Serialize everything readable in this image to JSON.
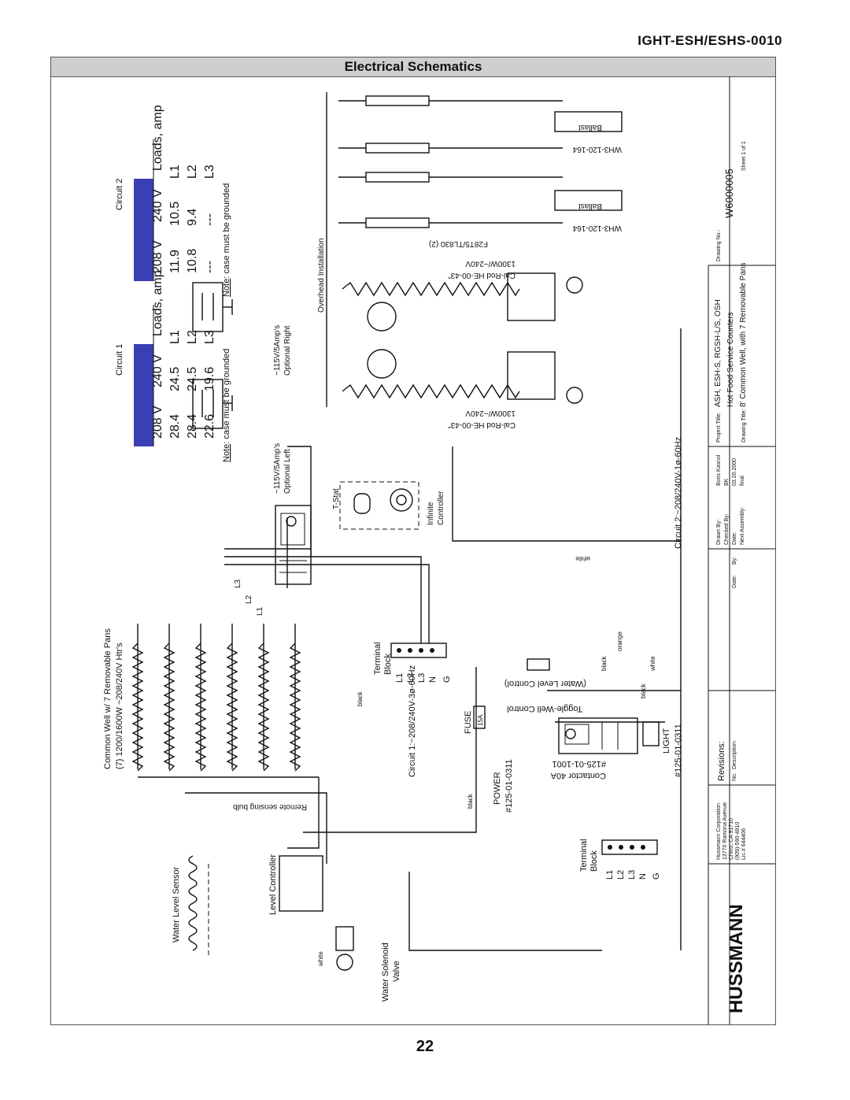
{
  "header": {
    "doc_id": "IGHT-ESH/ESHS-0010",
    "section_title": "Electrical Schematics"
  },
  "page_number": "22",
  "loads": {
    "circuit1": {
      "title": "Circuit 1",
      "head": [
        "Loads, amp",
        ""
      ],
      "cols": [
        "",
        "208 V",
        "240 V"
      ],
      "rows": [
        [
          "L1",
          "24.5",
          "28.4"
        ],
        [
          "L2",
          "24.5",
          "28.4"
        ],
        [
          "L3",
          "19.6",
          "22.6"
        ]
      ],
      "note_label": "Note",
      "note_text": ": case must be grounded"
    },
    "circuit2": {
      "title": "Circuit 2",
      "head": [
        "Loads, amp",
        ""
      ],
      "cols": [
        "",
        "208 V",
        "240 V"
      ],
      "rows": [
        [
          "L1",
          "10.5",
          "11.9"
        ],
        [
          "L2",
          "9.4",
          "10.8"
        ],
        [
          "L3",
          "---",
          "---"
        ]
      ],
      "note_label": "Note",
      "note_text": ": case must be grounded"
    },
    "accent_color": "#3b3fb5"
  },
  "outlets": {
    "left": {
      "rating": "~115V/5Amp's",
      "label": "Optional Left"
    },
    "right": {
      "rating": "~115V/5Amp's",
      "label": "Optional Right"
    }
  },
  "labels": {
    "overhead": "Overhead Installation",
    "lamps": "F28T5/TL830  (2)",
    "ballast": "Ballast",
    "ballast_part": "WH3-120-164",
    "calrod_a": "Cal-Rod HE-00-43\"",
    "calrod_b": "1300W/~240V",
    "heaters_a": "Common Well w/ 7 Removable Pans",
    "heaters_b": "(7) 1200/1600W ~208/240V Htr's",
    "remote_bulb": "Remote sensing bulb",
    "tstat": "T-Stat",
    "infinite_a": "Infinite",
    "infinite_b": "Controller",
    "terminal_a": "Terminal",
    "terminal_b": "Block",
    "term_pins_1": [
      "L1",
      "L2",
      "L3",
      "N",
      "G"
    ],
    "term_pins_2": [
      "L1",
      "L2",
      "L3",
      "N",
      "G"
    ],
    "circuit1_supply": "Circuit 1:~208/240V-3ø-60Hz",
    "circuit2_supply": "Circuit 2:~208/240V-1ø-60Hz",
    "fuse": "FUSE",
    "fuse_rating": "15A",
    "toggle_a": "Toggle-Well Control",
    "toggle_b": "(Water Level Control)",
    "power_a": "POWER",
    "power_b": "#125-01-0311",
    "contactor_a": "Contactor 40A",
    "contactor_b": "#125-01-1001",
    "light_a": "LIGHT",
    "light_b": "#125-01-0311",
    "water_sensor": "Water Level Sensor",
    "level_controller": "Level Controller",
    "solenoid_a": "Water Solenoid",
    "solenoid_b": "Valve",
    "wire_black": "black",
    "wire_white": "white",
    "wire_orange": "orange",
    "l_labels": [
      "L3",
      "L2",
      "L1"
    ]
  },
  "title_block": {
    "company": "Hussmann Corporation",
    "address": [
      "13770 Ramona Avenue",
      "Chino, CA  91710",
      "(909)-590-4910",
      "Lic.# 644406"
    ],
    "revisions": "Revisions:",
    "rev_cols": [
      "No.",
      "Description:",
      "Date:",
      "By:"
    ],
    "drawn_by_label": "Drawn By:",
    "drawn_by": "Boris Kasnol",
    "checked_by_label": "Checked By:",
    "checked_by": "BK",
    "date_label": "Date:",
    "date": "03.20.2000",
    "next_assembly_label": "Next Assembly:",
    "next_assembly": "final",
    "project_title_label": "Project Title:",
    "project_title_a": "ASH, ESH-S, RGSH-L/S, OSH",
    "project_title_b": "Hot Food Service Counters",
    "drawing_title_label": "Drawing Title:",
    "drawing_title": "8' Common Well, with 7 Removable Pans",
    "drawing_no_label": "Drawing No.:",
    "drawing_no": "W6000005",
    "sheet": "Sheet 1  of  1",
    "brand": "HUSSMANN"
  }
}
